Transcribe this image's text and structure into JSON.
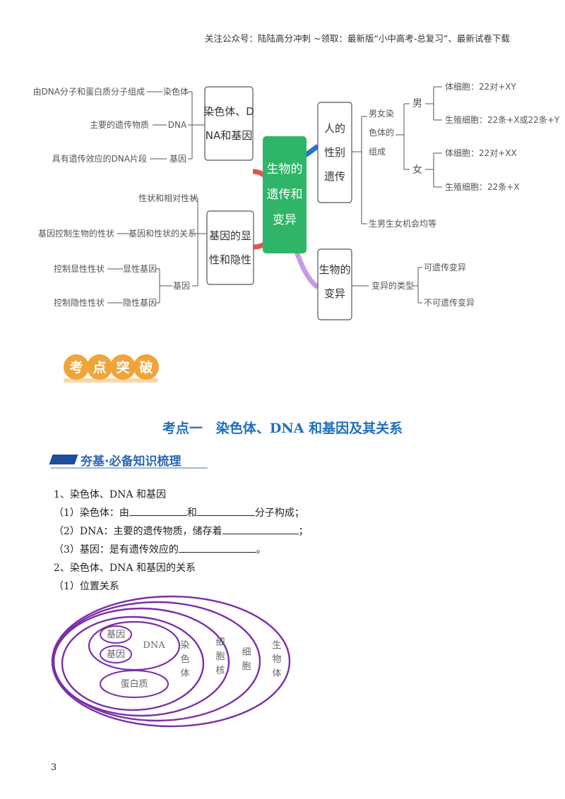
{
  "header": {
    "text": "关注公众号：陆陆高分冲刺  ~领取：最新版“小中高考-总复习”、最新试卷下载"
  },
  "mindmap": {
    "center": [
      "生物的",
      "遗传和",
      "变异"
    ],
    "left_top_box": [
      "染色体、D",
      "NA和基因"
    ],
    "left_top_leaves": [
      {
        "desc": "由DNA分子和蛋白质分子组成",
        "term": "染色体"
      },
      {
        "desc": "主要的遗传物质",
        "term": "DNA"
      },
      {
        "desc": "具有遗传效应的DNA片段",
        "term": "基因"
      }
    ],
    "left_bottom_box": [
      "基因的显",
      "性和隐性"
    ],
    "left_bottom_leaves": {
      "trait": "性状和相对性状",
      "control_desc": "基因控制生物的性状",
      "control_term": "基因和性状的关系",
      "dominant_desc": "控制显性性状",
      "dominant_term": "显性基因",
      "recessive_desc": "控制隐性性状",
      "recessive_term": "隐性基因",
      "gene": "基因"
    },
    "right_top_box": [
      "人的",
      "性别",
      "遗传"
    ],
    "right_top": {
      "chromosome": [
        "男女染",
        "色体的",
        "组成"
      ],
      "male": "男",
      "female": "女",
      "male_body": "体细胞：22对+XY",
      "male_germ": "生殖细胞：22条+X或22条+Y",
      "female_body": "体细胞：22对+XX",
      "female_germ": "生殖细胞：22条+X",
      "ratio": "生男生女机会均等"
    },
    "right_bottom_box": [
      "生物的",
      "变异"
    ],
    "right_bottom": {
      "types": "变异的类型",
      "heritable": "可遗传变异",
      "nonheritable": "不可遗传变异"
    }
  },
  "badge": {
    "chars": [
      "考",
      "点",
      "突",
      "破"
    ]
  },
  "section_title": "考点一　染色体、DNA 和基因及其关系",
  "sub_title": "夯基·必备知识梳理",
  "lines": {
    "l1": "1、染色体、DNA 和基因",
    "l2a": "（1）染色体：由",
    "l2b": "和",
    "l2c": "分子构成；",
    "l3a": "（2）DNA：主要的遗传物质，储存着",
    "l3b": "；",
    "l4a": "（3）基因：是有遗传效应的",
    "l4b": "。",
    "l5": "2、染色体、DNA 和基因的关系",
    "l6": "（1）位置关系"
  },
  "venn": {
    "gene1": "基因",
    "gene2": "基因",
    "dna": "DNA",
    "protein": "蛋白质",
    "chromosome": [
      "染",
      "色",
      "体"
    ],
    "nucleus": [
      "细",
      "胞",
      "核"
    ],
    "cell": [
      "细",
      "胞"
    ],
    "organism": [
      "生",
      "物",
      "体"
    ]
  },
  "page_number": "3",
  "colors": {
    "center_green": "#2fb567",
    "title_blue": "#1f6fc0",
    "venn_purple": "#7b2fa8",
    "badge_orange": "#f0a43a"
  }
}
